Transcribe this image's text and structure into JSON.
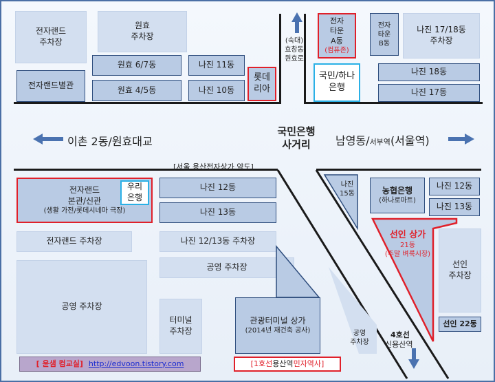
{
  "blocks": {
    "jeonja_parking_top": "전자랜드\n주차장",
    "wonhyo_parking": "원효\n주차장",
    "wonhyo_67": "원효 6/7동",
    "wonhyo_45": "원효 4/5동",
    "najin_11": "나진 11동",
    "najin_10": "나진 10동",
    "lotte_ria": "롯데\n리아",
    "jeonja_byulgwan": "전자랜드별관",
    "jeonja_town_a": "전자\n타운\nA동",
    "jeonja_town_a_sub": "(컴퓨존)",
    "jeonja_town_b": "전자\n타운\nB동",
    "najin_1718_parking": "나진 17/18동\n주차장",
    "kookmin_hana": "국민/하나\n은행",
    "najin_18": "나진 18동",
    "najin_17": "나진 17동",
    "sookdae_label": "(숙대)\n효창동\n원효로",
    "intersection": "국민은행\n사거리",
    "left_dir": "이촌 2동/원효대교",
    "right_dir_a": "남영동/",
    "right_dir_b": "서부역",
    "right_dir_c": "(서울역)",
    "yakdo": "[서울 용산전자상가 약도]",
    "jeonja_main": "전자랜드\n본관/신관",
    "jeonja_main_sub": "(생활 가전/롯데시네마 극장)",
    "woori": "우리\n은행",
    "najin_12": "나진 12동",
    "najin_13": "나진 13동",
    "jeonja_parking_2": "전자랜드 주차장",
    "najin_1213_parking": "나진 12/13동 주차장",
    "gongyoung_parking_1": "공영 주차장",
    "gongyoung_parking_big": "공영 주차장",
    "terminal_parking": "터미널\n주차장",
    "gwangwang": "관광터미널 상가",
    "gwangwang_sub": "(2014년 재건축 공사)",
    "najin_15": "나진\n15동",
    "nonghyup": "농협은행",
    "nonghyup_sub": "(하나로마트)",
    "najin_12_right": "나진 12동",
    "najin_13_right": "나진 13동",
    "seonin": "선인 상가",
    "seonin_21": "21동",
    "seonin_sub": "(주말 벼룩시장)",
    "seonin_parking": "선인\n주차장",
    "seonin_22": "선인 22동",
    "gongyoung_small": "공영\n주차장",
    "line4": "4호선",
    "sinyongsan": "신용산역",
    "yunsaem": "[ 윤샘 컴교실]",
    "url": "http://edvoon.tistory.com",
    "line1_a": "[1호선",
    "line1_b": " 용산역 ",
    "line1_c": "민자역사]"
  },
  "colors": {
    "road": "#1a1a1a",
    "block_dark": "#b9cbe4",
    "block_light": "#d3dff0",
    "red": "#e0202a",
    "cyan": "#2ab0e6",
    "arrow": "#4a72b0"
  }
}
